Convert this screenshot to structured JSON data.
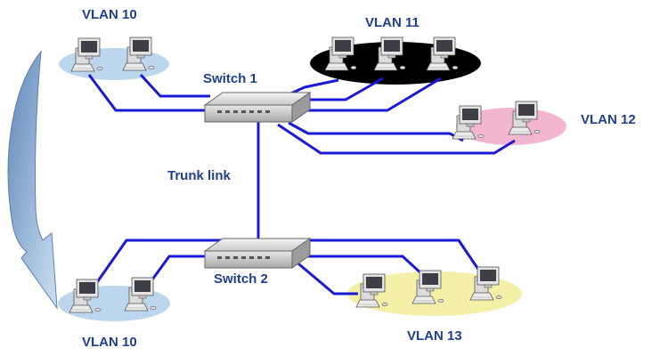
{
  "labels": {
    "vlan10_top": "VLAN 10",
    "vlan11": "VLAN 11",
    "vlan12": "VLAN 12",
    "vlan10_bottom": "VLAN 10",
    "vlan13": "VLAN 13",
    "switch1": "Switch 1",
    "switch2": "Switch 2",
    "trunk": "Trunk link"
  },
  "colors": {
    "link": "#1a1ad6",
    "vlan10_area": "#bcd6ee",
    "vlan11_area": "#000000",
    "vlan12_area": "#f2b6d0",
    "vlan13_area": "#f5f0a8",
    "arrow": "#7aa3cf",
    "label": "#1f3f8f"
  }
}
